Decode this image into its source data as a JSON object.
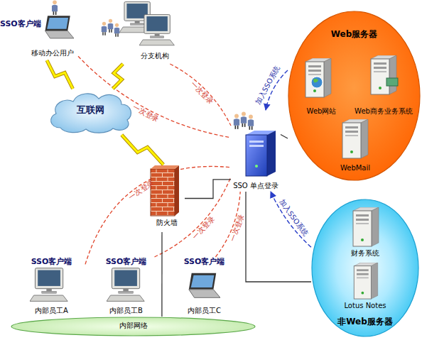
{
  "diagram": {
    "nodes": [
      {
        "text": [
          "SSO客户端",
          "移动办公用户"
        ]
      },
      {
        "text": [
          "分支机构"
        ]
      },
      {
        "text": [
          "互联网"
        ]
      },
      {
        "text": [
          "防火墙"
        ]
      },
      {
        "text": [
          "SSO 单点登录"
        ]
      },
      {
        "text": [
          "Web服务器"
        ]
      },
      {
        "text": [
          "Web网站"
        ],
        "in": 5
      },
      {
        "text": [
          "Web商务业务系统"
        ],
        "in": 5
      },
      {
        "text": [
          "WebMail"
        ],
        "in": 5
      },
      {
        "text": [
          "非Web服务器"
        ]
      },
      {
        "text": [
          "财务系统"
        ],
        "in": 9
      },
      {
        "text": [
          "Lotus Notes"
        ],
        "in": 9
      },
      {
        "text": [
          "SSO客户端",
          "内部员工A"
        ]
      },
      {
        "text": [
          "SSO客户端",
          "内部员工B"
        ]
      },
      {
        "text": [
          "SSO客户端",
          "内部员工C"
        ]
      },
      {
        "text": [
          "内部网络"
        ]
      }
    ],
    "edges": [
      {
        "from": 0,
        "to": 4,
        "arrow": "none",
        "label": "一次登录"
      },
      {
        "from": 1,
        "to": 4,
        "arrow": "none",
        "label": "一次登录"
      },
      {
        "from": 12,
        "to": 4,
        "arrow": "none",
        "label": "一次登录"
      },
      {
        "from": 13,
        "to": 4,
        "arrow": "none",
        "label": "一次登录"
      },
      {
        "from": 14,
        "to": 4,
        "arrow": "none",
        "label": "一次登录"
      },
      {
        "from": 5,
        "to": 4,
        "arrow": "to",
        "label": "加入SSO系统"
      },
      {
        "from": 9,
        "to": 4,
        "arrow": "to",
        "label": "加入SSO系统"
      },
      {
        "from": 0,
        "to": 2,
        "arrow": "none"
      },
      {
        "from": 1,
        "to": 2,
        "arrow": "none"
      },
      {
        "from": 2,
        "to": 3,
        "arrow": "none"
      },
      {
        "from": 3,
        "to": 4,
        "arrow": "none"
      },
      {
        "from": 4,
        "to": 5,
        "arrow": "none"
      },
      {
        "from": 4,
        "to": 9,
        "arrow": "none"
      },
      {
        "from": 3,
        "to": 15,
        "arrow": "none"
      }
    ]
  }
}
